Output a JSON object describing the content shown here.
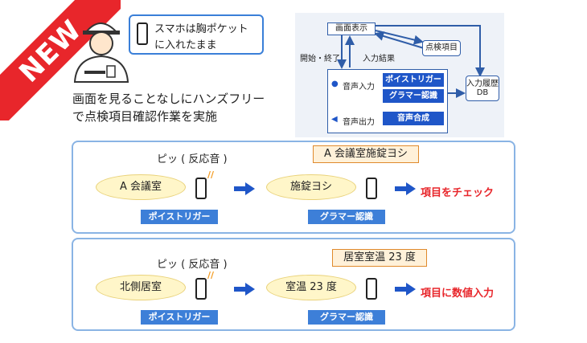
{
  "badge": {
    "label": "NEW"
  },
  "top": {
    "bubble_line1": "スマホは胸ポケット",
    "bubble_line2": "に入れたまま",
    "headline_line1": "画面を見ることなしにハンズフリー",
    "headline_line2": "で点検項目確認作業を実施"
  },
  "diagram": {
    "screen_display": "画面表示",
    "start_end": "開始・終了",
    "input_result": "入力結果",
    "inspection_items": "点検項目",
    "input_history_line1": "入力履歴",
    "input_history_line2": "DB",
    "voice_input": "音声入力",
    "voice_output": "音声出力",
    "poi_trigger": "ポイストリガー",
    "grammar_recognition": "グラマー認識",
    "speech_synthesis": "音声合成"
  },
  "panels": [
    {
      "beep": "ピッ ( 反応音 )",
      "keyword": "A 会議室",
      "phrase": "施錠ヨシ",
      "confirm": "A 会議室施錠ヨシ",
      "result": "項目をチェック",
      "trigger_chip": "ポイストリガー",
      "grammar_chip": "グラマー認識"
    },
    {
      "beep": "ピッ ( 反応音 )",
      "keyword": "北側居室",
      "phrase": "室温 23 度",
      "confirm": "居室室温 23 度",
      "result": "項目に数値入力",
      "trigger_chip": "ポイストリガー",
      "grammar_chip": "グラマー認識"
    }
  ],
  "colors": {
    "brand_red": "#e8262b",
    "blue": "#1f56c8",
    "chip_blue": "#3d7fd8"
  }
}
